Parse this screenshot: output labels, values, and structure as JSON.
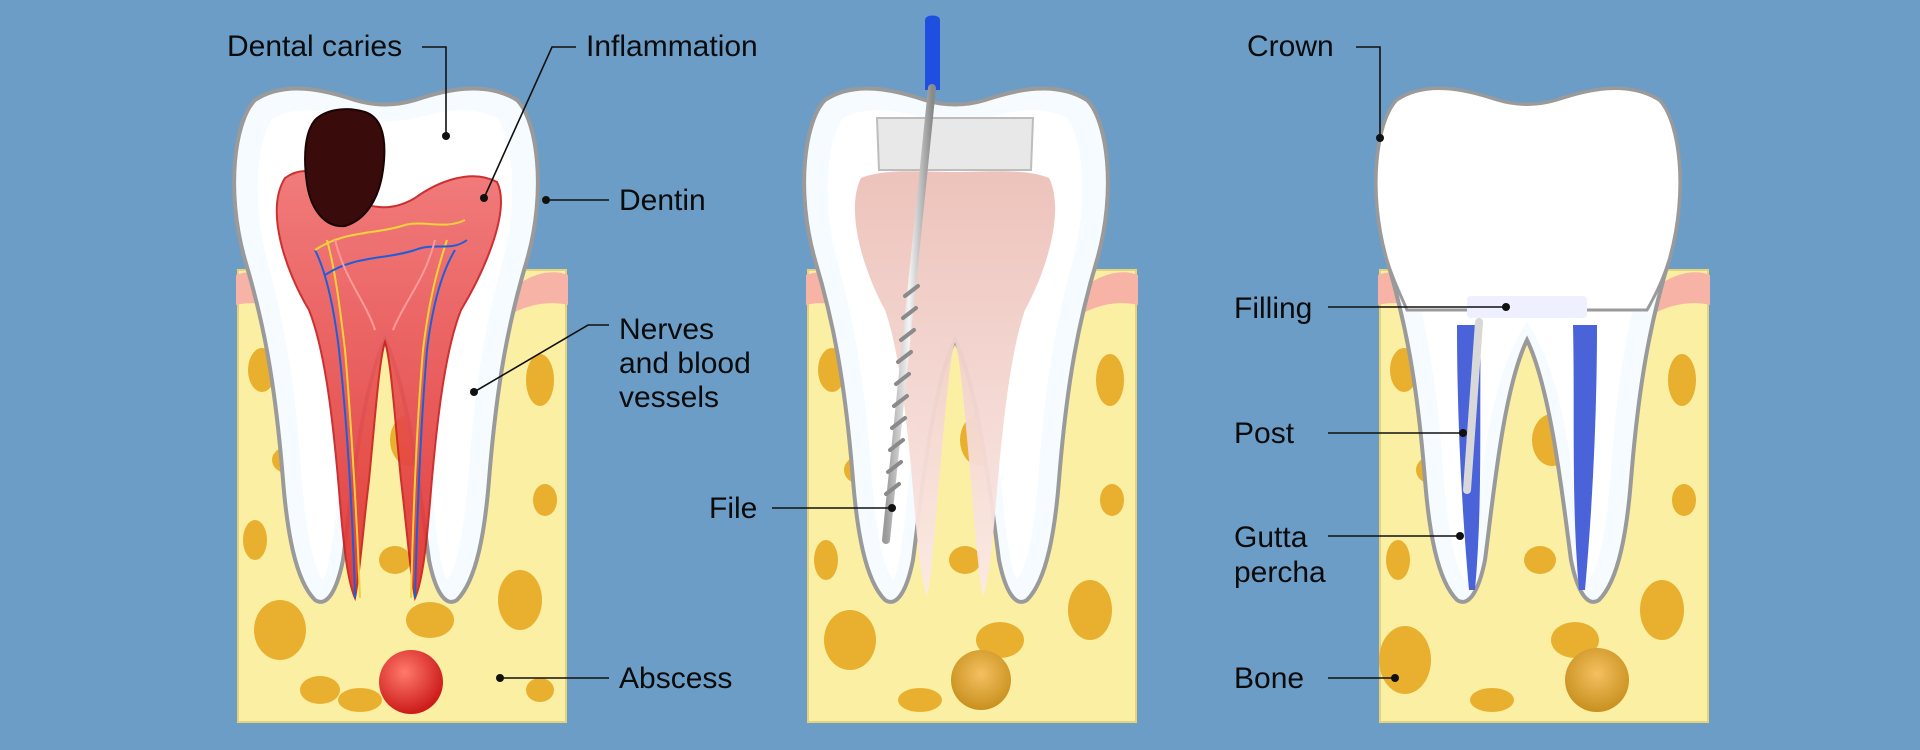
{
  "colors": {
    "background": "#6b9dc7",
    "bone": "#fbefa4",
    "bone_pore": "#e8b02e",
    "gum": "#f7b3a6",
    "enamel": "#f5fbff",
    "dentin": "#ffffff",
    "pulp_inflamed": "#e63a3a",
    "caries": "#3a0b0b",
    "abscess": "#e02424",
    "gutta_percha": "#4a63d8",
    "file_handle": "#1f4fe0"
  },
  "panels": [
    {
      "stage": "infected",
      "labels": {
        "dental_caries": "Dental caries",
        "inflammation": "Inflammation",
        "dentin": "Dentin",
        "nerves_line1": "Nerves",
        "nerves_line2": "and blood",
        "nerves_line3": "vessels",
        "abscess": "Abscess"
      }
    },
    {
      "stage": "cleaning",
      "labels": {
        "file": "File"
      }
    },
    {
      "stage": "restored",
      "labels": {
        "crown": "Crown",
        "filling": "Filling",
        "post": "Post",
        "gutta_line1": "Gutta",
        "gutta_line2": "percha",
        "bone": "Bone"
      }
    }
  ],
  "icons": [
    "tooth-infected-icon",
    "tooth-cleaning-icon",
    "tooth-restored-icon",
    "endodontic-file-icon"
  ]
}
